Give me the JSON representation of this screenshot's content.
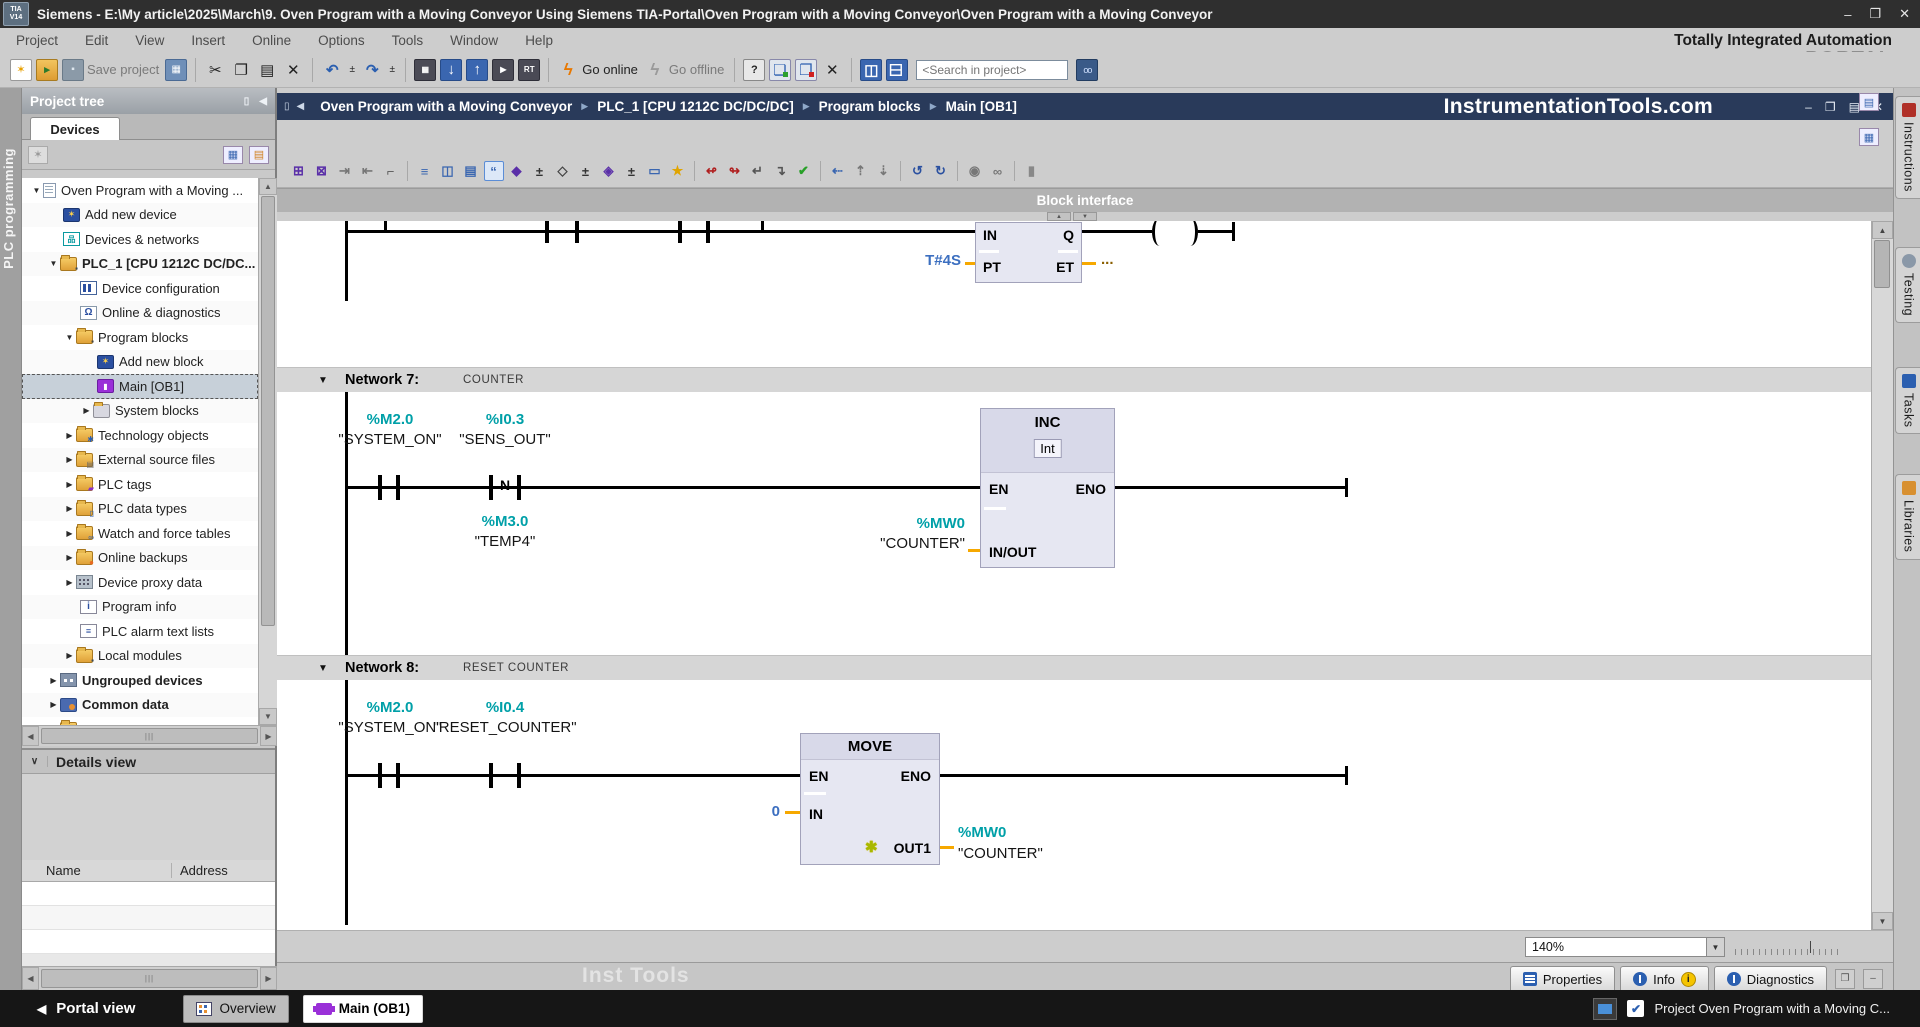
{
  "titlebar": {
    "badge_top": "TIA",
    "badge_bottom": "V14",
    "title": "Siemens  -  E:\\My article\\2025\\March\\9. Oven Program with a Moving Conveyor Using Siemens TIA-Portal\\Oven Program with a Moving Conveyor\\Oven Program with a Moving Conveyor"
  },
  "menu": {
    "items": [
      "Project",
      "Edit",
      "View",
      "Insert",
      "Online",
      "Options",
      "Tools",
      "Window",
      "Help"
    ]
  },
  "toolbar": {
    "save_label": "Save project",
    "go_online": "Go online",
    "go_offline": "Go offline",
    "stop_label": "RT",
    "search_placeholder": "<Search in project>"
  },
  "branding": {
    "line1": "Totally Integrated Automation",
    "line2": "PORTAL"
  },
  "breadcrumb": {
    "items": [
      "Oven Program with a Moving Conveyor",
      "PLC_1 [CPU 1212C DC/DC/DC]",
      "Program blocks",
      "Main [OB1]"
    ],
    "watermark": "InstrumentationTools.com"
  },
  "left_strip": {
    "label": "PLC programming"
  },
  "project_tree": {
    "header": "Project tree",
    "tab": "Devices",
    "items": [
      {
        "label": "Oven Program with a Moving ...",
        "icon": "project-document",
        "expander": "▼",
        "level": 0
      },
      {
        "label": "Add new device",
        "icon": "add-device",
        "level": 2
      },
      {
        "label": "Devices & networks",
        "icon": "devices-networks",
        "level": 2
      },
      {
        "label": "PLC_1 [CPU 1212C DC/DC...",
        "icon": "plc-folder",
        "expander": "▼",
        "level": 1,
        "bold": true
      },
      {
        "label": "Device configuration",
        "icon": "device-config",
        "level": 3
      },
      {
        "label": "Online & diagnostics",
        "icon": "online-diagnostics",
        "level": 3
      },
      {
        "label": "Program blocks",
        "icon": "program-blocks-folder",
        "expander": "▼",
        "level": 2
      },
      {
        "label": "Add new block",
        "icon": "add-block",
        "level": 4
      },
      {
        "label": "Main [OB1]",
        "icon": "ob-block",
        "level": 4,
        "selected": true
      },
      {
        "label": "System blocks",
        "icon": "system-blocks-folder",
        "expander": "▶",
        "level": 3
      },
      {
        "label": "Technology objects",
        "icon": "technology-folder",
        "expander": "▶",
        "level": 2
      },
      {
        "label": "External source files",
        "icon": "source-files-folder",
        "expander": "▶",
        "level": 2
      },
      {
        "label": "PLC tags",
        "icon": "plc-tags-folder",
        "expander": "▶",
        "level": 2
      },
      {
        "label": "PLC data types",
        "icon": "data-types-folder",
        "expander": "▶",
        "level": 2
      },
      {
        "label": "Watch and force tables",
        "icon": "watch-tables-folder",
        "expander": "▶",
        "level": 2
      },
      {
        "label": "Online backups",
        "icon": "online-backups-folder",
        "expander": "▶",
        "level": 2
      },
      {
        "label": "Device proxy data",
        "icon": "device-proxy",
        "expander": "▶",
        "level": 2
      },
      {
        "label": "Program info",
        "icon": "program-info",
        "level": 3
      },
      {
        "label": "PLC alarm text lists",
        "icon": "alarm-text-lists",
        "level": 3
      },
      {
        "label": "Local modules",
        "icon": "local-modules-folder",
        "expander": "▶",
        "level": 2
      },
      {
        "label": "Ungrouped devices",
        "icon": "ungrouped-devices",
        "expander": "▶",
        "level": 1,
        "bold": true
      },
      {
        "label": "Common data",
        "icon": "common-data",
        "expander": "▶",
        "level": 1,
        "bold": true
      }
    ]
  },
  "details_view": {
    "title": "Details view",
    "columns": [
      "Name",
      "Address"
    ]
  },
  "editor": {
    "block_interface": "Block interface",
    "zoom_value": "140%",
    "watermark": "Inst Tools"
  },
  "editor_toolbar": {
    "items": [
      {
        "n": "insert-network",
        "g": "⊞",
        "c": "#5a2fa8"
      },
      {
        "n": "delete-network",
        "g": "⊠",
        "c": "#5a2fa8"
      },
      {
        "n": "indent-network",
        "g": "⇥",
        "c": "#777777"
      },
      {
        "n": "outdent-network",
        "g": "⇤",
        "c": "#777777"
      },
      {
        "n": "unplug-element",
        "g": "⌐",
        "c": "#555555",
        "dv": true
      },
      {
        "n": "expand-networks",
        "g": "≡",
        "c": "#3a66b0"
      },
      {
        "n": "collapse-networks",
        "g": "◫",
        "c": "#3a66b0"
      },
      {
        "n": "absolute-operands",
        "g": "▤",
        "c": "#3a66b0"
      },
      {
        "n": "network-comments",
        "g": "“",
        "c": "#3a66b0",
        "sel": true
      },
      {
        "n": "insert-contact",
        "g": "◆",
        "c": "#5a2fa8"
      },
      {
        "n": "contact-options",
        "g": "±",
        "c": "#333333"
      },
      {
        "n": "insert-coil",
        "g": "◇",
        "c": "#444444"
      },
      {
        "n": "coil-options",
        "g": "±",
        "c": "#333333"
      },
      {
        "n": "insert-box",
        "g": "◈",
        "c": "#5a2fa8"
      },
      {
        "n": "box-options",
        "g": "±",
        "c": "#333333"
      },
      {
        "n": "open-branch",
        "g": "▭",
        "c": "#3a66b0"
      },
      {
        "n": "favorites",
        "g": "★",
        "c": "#e0a400",
        "dv": true
      },
      {
        "n": "break-call",
        "g": "↫",
        "c": "#b02020"
      },
      {
        "n": "delete-call",
        "g": "↬",
        "c": "#b02020"
      },
      {
        "n": "update-block-call",
        "g": "↵",
        "c": "#555555"
      },
      {
        "n": "goto-definition",
        "g": "↴",
        "c": "#555555"
      },
      {
        "n": "consistency-check",
        "g": "✔",
        "c": "#28a028",
        "dv": true
      },
      {
        "n": "goto-previous",
        "g": "⇠",
        "c": "#3a66b0"
      },
      {
        "n": "sort-ascending",
        "g": "⇡",
        "c": "#777777"
      },
      {
        "n": "sort-descending",
        "g": "⇣",
        "c": "#777777",
        "dv": true
      },
      {
        "n": "update-inconsistent",
        "g": "↺",
        "c": "#2a50a0"
      },
      {
        "n": "refresh-view",
        "g": "↻",
        "c": "#2a50a0",
        "dv": true
      },
      {
        "n": "show-absolute",
        "g": "◉",
        "c": "#777777"
      },
      {
        "n": "display-format",
        "g": "∞",
        "c": "#777777",
        "dv": true
      },
      {
        "n": "memory-layout",
        "g": "▮",
        "c": "#888888"
      }
    ]
  },
  "ladder": {
    "timer": {
      "pin_in": "IN",
      "pin_q": "Q",
      "pin_pt": "PT",
      "pin_et": "ET",
      "pt_value": "T#4S",
      "et_value": "..."
    },
    "network7": {
      "title": "Network 7:",
      "comment": "COUNTER",
      "contact1_operand": "%M2.0",
      "contact1_name": "\"SYSTEM_ON\"",
      "contact2_operand": "%I0.3",
      "contact2_name": "\"SENS_OUT\"",
      "contact2_edge": "N",
      "edge_mem_operand": "%M3.0",
      "edge_mem_name": "\"TEMP4\"",
      "block_title": "INC",
      "block_type": "Int",
      "pin_en": "EN",
      "pin_eno": "ENO",
      "pin_inout": "IN/OUT",
      "inout_operand": "%MW0",
      "inout_name": "\"COUNTER\""
    },
    "network8": {
      "title": "Network 8:",
      "comment": "RESET COUNTER",
      "contact1_operand": "%M2.0",
      "contact1_name": "\"SYSTEM_ON\"",
      "contact2_operand": "%I0.4",
      "contact2_name": "\"RESET_COUNTER\"",
      "block_title": "MOVE",
      "pin_en": "EN",
      "pin_eno": "ENO",
      "pin_in": "IN",
      "pin_out": "OUT1",
      "in_value": "0",
      "out_operand": "%MW0",
      "out_name": "\"COUNTER\""
    }
  },
  "right_tabs": {
    "items": [
      {
        "label": "Instructions",
        "icon": "instructions-icon"
      },
      {
        "label": "Testing",
        "icon": "testing-icon"
      },
      {
        "label": "Tasks",
        "icon": "tasks-icon"
      },
      {
        "label": "Libraries",
        "icon": "libraries-icon"
      }
    ]
  },
  "bottom_tabs": {
    "properties": "Properties",
    "info": "Info",
    "info_badge": "i",
    "diagnostics": "Diagnostics"
  },
  "statusbar": {
    "portal": "Portal view",
    "overview": "Overview",
    "main": "Main (OB1)",
    "project_status": "Project Oven Program with a Moving C..."
  },
  "icons": {
    "minimize": "–",
    "restore": "❐",
    "close": "✕",
    "menu-lines": "▤",
    "back": "◀",
    "forward": "▶",
    "panel": "▯",
    "tri-down": "▼",
    "tri-up": "▲",
    "tri-right": "▶",
    "chev-down": "∨",
    "new": "✶",
    "open": "▸",
    "save": "▪",
    "cut": "✂",
    "copy": "❐",
    "paste": "▤",
    "delete": "✕",
    "undo": "↶",
    "redo": "↷",
    "pm": "±",
    "compile": "▦",
    "download": "↓",
    "upload": "↑",
    "start": "▶",
    "flash": "ϟ",
    "question": "?",
    "wina": "❏",
    "winb": "❐",
    "closex": "✕",
    "split": "◫",
    "grid": "▦",
    "book": "▤",
    "left": "◀",
    "right": "▶",
    "up": "▲",
    "down": "▼",
    "star": "✱",
    "newpage": "✶"
  },
  "colors": {
    "accent_navy": "#293a5a",
    "operand_teal": "#00a0a8",
    "constant_blue": "#3c6fc0",
    "wire_orange": "#f6a800",
    "block_fill": "#e6e7f2",
    "selection": "#c7d0d9"
  }
}
